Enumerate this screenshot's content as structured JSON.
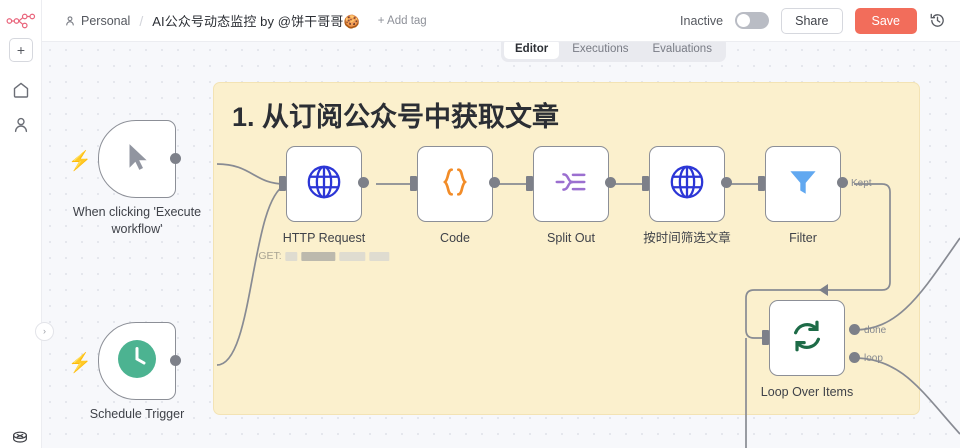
{
  "header": {
    "workspace": "Personal",
    "separator": "/",
    "title": "AI公众号动态监控 by @饼干哥哥🍪",
    "add_tag": "+ Add tag",
    "active_state_label": "Inactive",
    "share_label": "Share",
    "save_label": "Save",
    "save_color": "#f26d5b"
  },
  "tabs": [
    {
      "label": "Editor",
      "active": true
    },
    {
      "label": "Executions",
      "active": false
    },
    {
      "label": "Evaluations",
      "active": false
    }
  ],
  "sidebar": {
    "add_button": "+",
    "items": [
      {
        "icon": "home-icon"
      },
      {
        "icon": "user-icon"
      }
    ],
    "expand_chevron": "›"
  },
  "canvas": {
    "sticky_note": {
      "title": "1. 从订阅公众号中获取文章",
      "background": "#fbf0cd",
      "border": "#f3e3b4"
    },
    "nodes": [
      {
        "id": "manual-trigger",
        "label": "When clicking 'Execute workflow'",
        "icon": "cursor-icon",
        "icon_color": "#9195a0",
        "type": "trigger"
      },
      {
        "id": "schedule-trigger",
        "label": "Schedule Trigger",
        "icon": "clock-icon",
        "icon_color": "#4cb391",
        "type": "trigger"
      },
      {
        "id": "http-request",
        "label": "HTTP Request",
        "subtitle_prefix": "GET:",
        "subtitle_redacted": true,
        "icon": "globe-icon",
        "icon_color": "#2c36d6",
        "type": "action"
      },
      {
        "id": "code",
        "label": "Code",
        "icon": "braces-icon",
        "icon_color": "#f28c28",
        "type": "action"
      },
      {
        "id": "split-out",
        "label": "Split Out",
        "icon": "split-out-icon",
        "icon_color": "#9b6fd0",
        "type": "action"
      },
      {
        "id": "filter-by-time",
        "label": "按时间筛选文章",
        "icon": "globe-icon",
        "icon_color": "#2c36d6",
        "type": "action"
      },
      {
        "id": "filter",
        "label": "Filter",
        "icon": "funnel-icon",
        "icon_color": "#61a8f0",
        "type": "action",
        "outputs": [
          {
            "label": "Kept"
          }
        ]
      },
      {
        "id": "loop-over-items",
        "label": "Loop Over Items",
        "icon": "loop-icon",
        "icon_color": "#1d6b47",
        "type": "action",
        "outputs": [
          {
            "label": "done"
          },
          {
            "label": "loop"
          }
        ]
      }
    ]
  }
}
